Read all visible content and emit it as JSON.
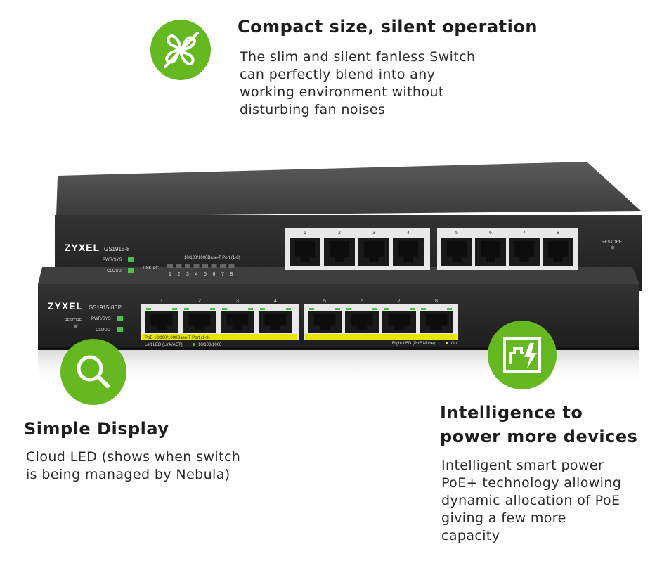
{
  "colors": {
    "accent": "#66b821",
    "device_body": "#2a2a2a",
    "poe_strip": "#e6e600",
    "led": "#49c24a"
  },
  "features": {
    "compact": {
      "icon": "no-fan-icon",
      "title": "Compact size, silent operation",
      "lines": [
        "The slim and silent fanless Switch",
        "can perfectly blend into any",
        "working environment without",
        "disturbing fan noises"
      ]
    },
    "display": {
      "icon": "magnifier-icon",
      "title": "Simple Display",
      "lines": [
        "Cloud LED (shows when switch",
        "is being managed by Nebula)"
      ]
    },
    "intelligence": {
      "icon": "poe-power-port-icon",
      "title_lines": [
        "Intelligence to",
        "power more devices"
      ],
      "lines": [
        "Intelligent smart power",
        "PoE+ technology allowing",
        "dynamic allocation of PoE",
        "giving a few more",
        "capacity"
      ]
    }
  },
  "switch_top": {
    "brand": "ZYXEL",
    "model": "GS1915-8",
    "pwr_label": "PWR/SYS",
    "cloud_label": "CLOUD",
    "lnk_label": "LNK/ACT",
    "port_caption": "10/100/1000Base-T Port (1-8)",
    "led_numbers": [
      "1",
      "2",
      "3",
      "4",
      "5",
      "6",
      "7",
      "8"
    ],
    "port_numbers": [
      "1",
      "2",
      "3",
      "4",
      "5",
      "6",
      "7",
      "8"
    ],
    "restore_label": "RESTORE"
  },
  "switch_bottom": {
    "brand": "ZYXEL",
    "model": "GS1915-8EP",
    "restore_label": "RESTORE",
    "pwr_label": "PWR/SYS",
    "cloud_label": "CLOUD",
    "port_numbers": [
      "1",
      "2",
      "3",
      "4",
      "5",
      "6",
      "7",
      "8"
    ],
    "poe_caption": "PoE 10/100/1000Base-T Port (1-8)",
    "left_led_caption": "Left LED (Link/ACT)",
    "left_led_value": "10/100/1000",
    "right_led_caption": "Right LED (PoE Mode):",
    "right_led_value": "On"
  }
}
